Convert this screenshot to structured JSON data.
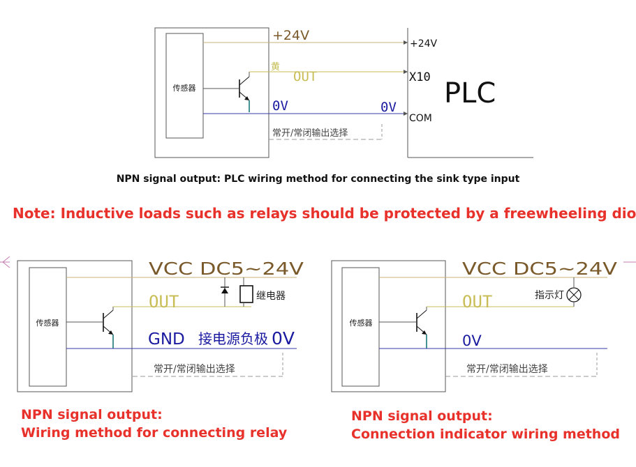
{
  "diagram1": {
    "sensor_label": "传感器",
    "line_24v": "+24V",
    "wire_yellow": "黄",
    "out_label": "OUT",
    "ov_label": "0V",
    "ov_label_right": "0V",
    "plc_24v": "+24V",
    "plc_x10": "X10",
    "plc_com": "COM",
    "plc_title": "PLC",
    "switch_text": "常开/常闭输出选择"
  },
  "caption_main": "NPN signal output: PLC wiring method for connecting the sink type input",
  "note": "Note: Inductive loads such as relays should be protected by a freewheeling diode.",
  "diagram2": {
    "sensor_label": "传感器",
    "vcc_label": "VCC DC5~24V",
    "out_label": "OUT",
    "relay_label": "继电器",
    "gnd_label": "GND",
    "gnd_note": "接电源负极",
    "ov_label": "0V",
    "switch_text": "常开/常闭输出选择"
  },
  "diagram3": {
    "sensor_label": "传感器",
    "vcc_label": "VCC DC5~24V",
    "out_label": "OUT",
    "lamp_label": "指示灯",
    "ov_label": "0V",
    "switch_text": "常开/常闭输出选择"
  },
  "caption_left": {
    "line1": "NPN signal output:",
    "line2": "Wiring method for connecting relay"
  },
  "caption_right": {
    "line1": "NPN signal output:",
    "line2": "Connection indicator wiring method"
  },
  "colors": {
    "brown": "#7a5a2a",
    "yellow": "#c8bd55",
    "blue": "#1a1aa0",
    "gray": "#8a8a8a",
    "red": "#e8312a",
    "teal": "#1a7a7a"
  }
}
